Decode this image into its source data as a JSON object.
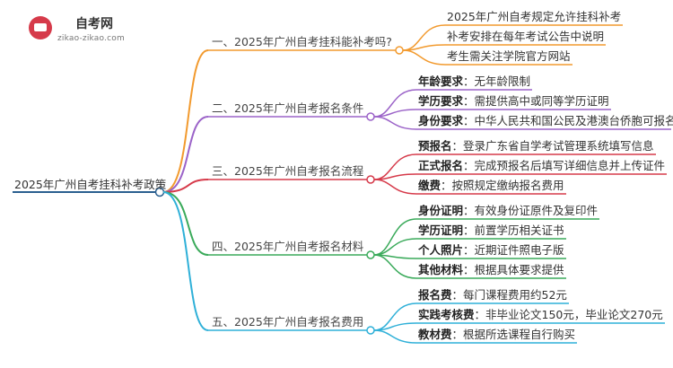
{
  "logo": {
    "name": "自考网",
    "url": "zikao-zikao.com"
  },
  "root": "2025年广州自考挂科补考政策",
  "colors": {
    "orange": "#f29a2e",
    "purple": "#9b63c8",
    "red": "#d63a4a",
    "green": "#3aaa5a",
    "blue": "#2fb0d8",
    "root": "#2a5f8f"
  },
  "branches": [
    {
      "label": "一、2025年广州自考挂科能补考吗?",
      "leaves": [
        {
          "key": "",
          "text": "2025年广州自考规定允许挂科补考"
        },
        {
          "key": "",
          "text": "补考安排在每年考试公告中说明"
        },
        {
          "key": "",
          "text": "考生需关注学院官方网站"
        }
      ]
    },
    {
      "label": "二、2025年广州自考报名条件",
      "leaves": [
        {
          "key": "年龄要求",
          "text": "：无年龄限制"
        },
        {
          "key": "学历要求",
          "text": "：需提供高中或同等学历证明"
        },
        {
          "key": "身份要求",
          "text": "：中华人民共和国公民及港澳台侨胞可报名"
        }
      ]
    },
    {
      "label": "三、2025年广州自考报名流程",
      "leaves": [
        {
          "key": "预报名",
          "text": "：登录广东省自学考试管理系统填写信息"
        },
        {
          "key": "正式报名",
          "text": "：完成预报名后填写详细信息并上传证件"
        },
        {
          "key": "缴费",
          "text": "：按照规定缴纳报名费用"
        }
      ]
    },
    {
      "label": "四、2025年广州自考报名材料",
      "leaves": [
        {
          "key": "身份证明",
          "text": "：有效身份证原件及复印件"
        },
        {
          "key": "学历证明",
          "text": "：前置学历相关证书"
        },
        {
          "key": "个人照片",
          "text": "：近期证件照电子版"
        },
        {
          "key": "其他材料",
          "text": "：根据具体要求提供"
        }
      ]
    },
    {
      "label": "五、2025年广州自考报名费用",
      "leaves": [
        {
          "key": "报名费",
          "text": "：每门课程费用约52元"
        },
        {
          "key": "实践考核费",
          "text": "：非毕业论文150元，毕业论文270元"
        },
        {
          "key": "教材费",
          "text": "：根据所选课程自行购买"
        }
      ]
    }
  ]
}
